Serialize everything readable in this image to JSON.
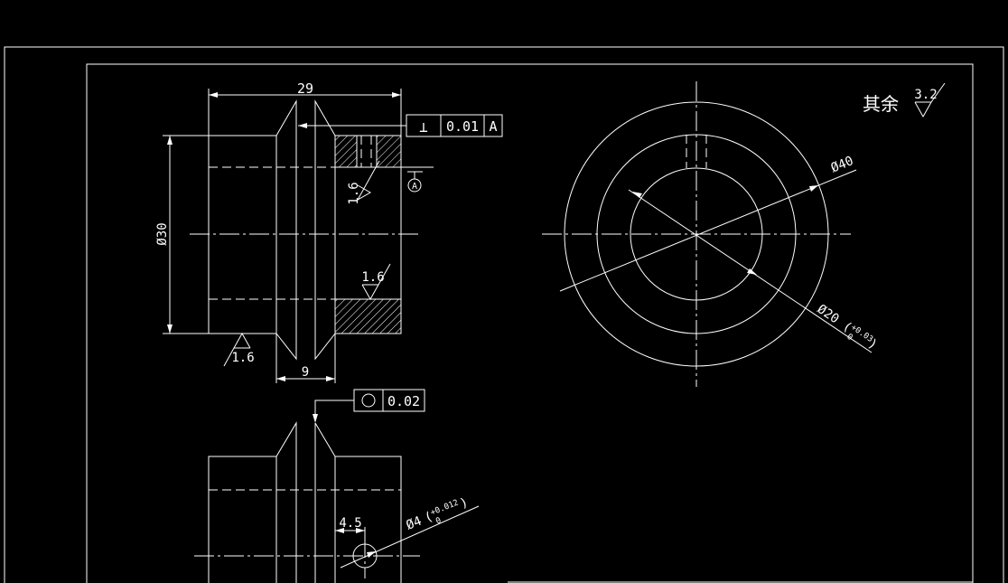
{
  "colors": {
    "background": "#000000",
    "lines": "#ffffff"
  },
  "front_view": {
    "dim_width": "29",
    "dim_diameter": "Ø30",
    "dim_groove": "9",
    "roughness_bore": "1.6",
    "roughness_face": "1.6",
    "roughness_bottom": "1.6",
    "perpendicularity": {
      "symbol": "⊥",
      "tolerance": "0.01",
      "datum": "A"
    },
    "datum_marker": "A"
  },
  "side_view": {
    "other_surfaces_label": "其余",
    "other_surfaces_roughness": "3.2",
    "dim_outer": "Ø40",
    "dim_inner": "Ø20",
    "dim_inner_tol_upper": "+0.03",
    "dim_inner_tol_lower": "0"
  },
  "section_view": {
    "roundness": {
      "symbol": "○",
      "tolerance": "0.02"
    },
    "dim_hole_offset": "4.5",
    "dim_hole": "Ø4",
    "dim_hole_tol_upper": "+0.012",
    "dim_hole_tol_lower": "0"
  }
}
